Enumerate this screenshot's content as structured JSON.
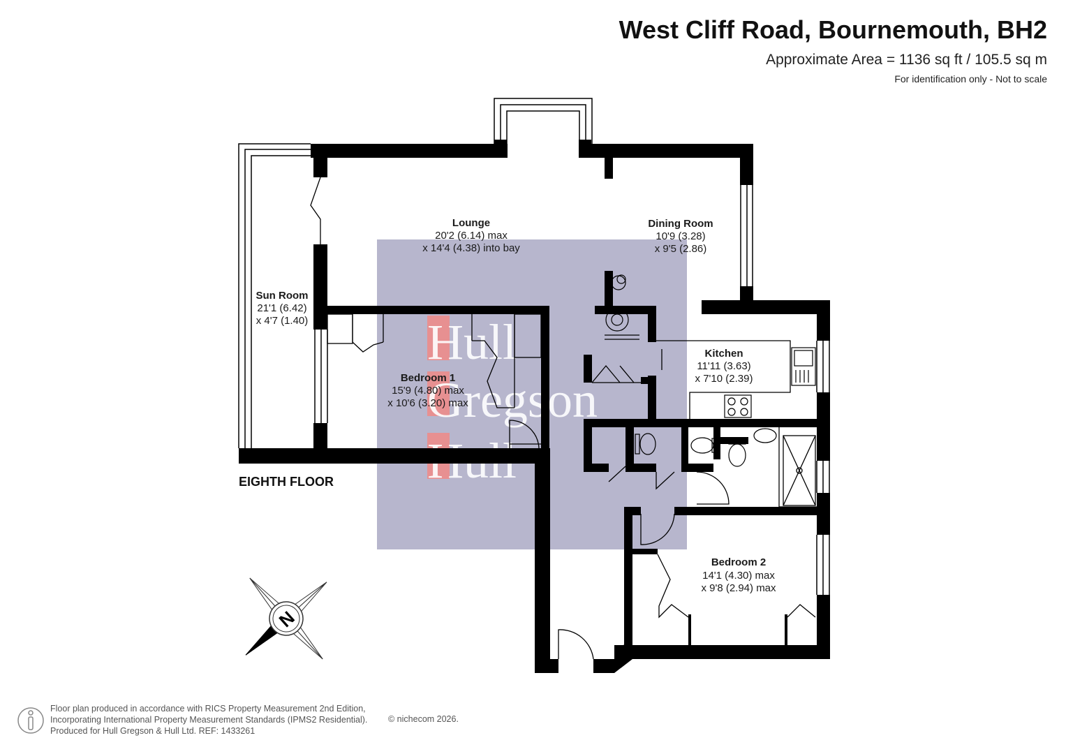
{
  "header": {
    "title": "West Cliff Road, Bournemouth, BH2",
    "area": "Approximate Area = 1136 sq ft / 105.5 sq m",
    "note": "For identification only - Not to scale"
  },
  "floor_label": "EIGHTH FLOOR",
  "rooms": [
    {
      "name": "Lounge",
      "dim1": "20'2 (6.14) max",
      "dim2": "x 14'4 (4.38) into bay"
    },
    {
      "name": "Dining Room",
      "dim1": "10'9 (3.28)",
      "dim2": "x 9'5 (2.86)"
    },
    {
      "name": "Sun Room",
      "dim1": "21'1 (6.42)",
      "dim2": "x 4'7 (1.40)"
    },
    {
      "name": "Kitchen",
      "dim1": "11'11 (3.63)",
      "dim2": "x 7'10 (2.39)"
    },
    {
      "name": "Bedroom 1",
      "dim1": "15'9 (4.80) max",
      "dim2": "x 10'6 (3.20) max"
    },
    {
      "name": "Bedroom 2",
      "dim1": "14'1 (4.30) max",
      "dim2": "x 9'8 (2.94) max"
    }
  ],
  "watermark": {
    "lines": [
      "Hull",
      "Gregson",
      "Hull"
    ],
    "colors": {
      "panel": "#aaa9c4",
      "letter": "#f08a86"
    }
  },
  "compass": {
    "letter": "N"
  },
  "footer": {
    "lines": [
      "Floor plan produced in accordance with RICS Property Measurement 2nd Edition,",
      "Incorporating International Property Measurement Standards (IPMS2 Residential).",
      "Produced for Hull Gregson & Hull Ltd.   REF: 1433261"
    ],
    "copyright": "© nichecom 2026."
  },
  "colors": {
    "wall": "#000000",
    "background": "#ffffff",
    "text": "#1a1a1a"
  },
  "icons": [
    "compass-icon",
    "person-icon",
    "sink-icon",
    "hob-icon",
    "toilet-icon",
    "shower-icon",
    "boiler-icon"
  ]
}
